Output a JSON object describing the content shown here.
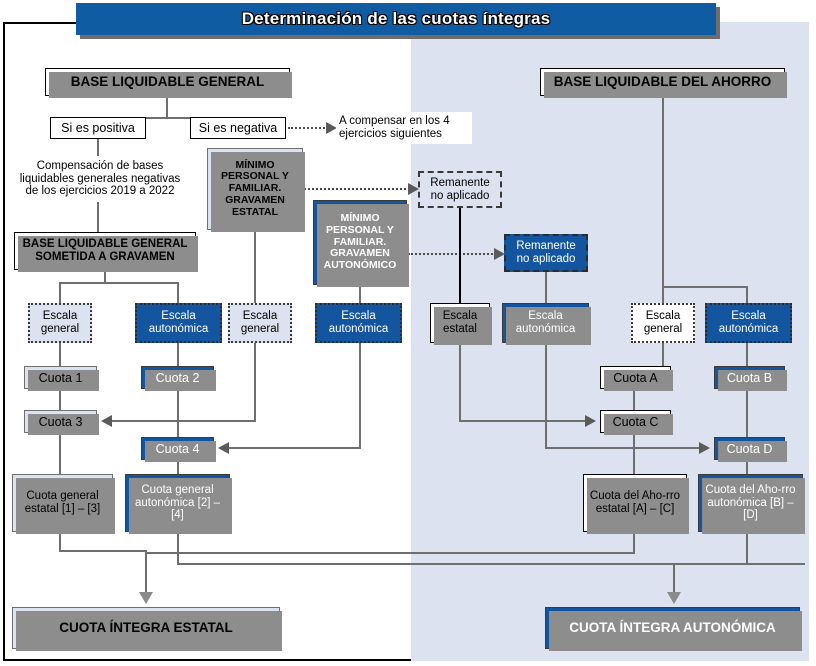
{
  "title": "Determinación de las cuotas íntegras",
  "left_column": {
    "base_general": "BASE LIQUIDABLE GENERAL",
    "si_positiva": "Si es positiva",
    "si_negativa": "Si es negativa",
    "a_compensar": "A compensar en los 4 ejercicios siguientes",
    "compensacion": "Compensación de bases liquidables generales negativas de los ejercicios 2019 a 2022",
    "base_sometida": "BASE LIQUIDABLE GENERAL SOMETIDA A GRAVAMEN",
    "minimo_estatal": "MÍNIMO PERSONAL Y FAMILIAR. GRAVAMEN ESTATAL",
    "minimo_autonomico": "MÍNIMO PERSONAL Y FAMILIAR. GRAVAMEN AUTONÓMICO",
    "escala_general_1": "Escala general",
    "escala_autonomica_1": "Escala autonómica",
    "escala_general_2": "Escala general",
    "escala_autonomica_2": "Escala autonómica",
    "cuota1": "Cuota 1",
    "cuota2": "Cuota 2",
    "cuota3": "Cuota 3",
    "cuota4": "Cuota 4",
    "cuota_general_estatal": "Cuota general estatal [1] – [3]",
    "cuota_general_autonomica": "Cuota general autonómica [2] – [4]",
    "cuota_integra_estatal": "CUOTA ÍNTEGRA ESTATAL"
  },
  "right_column": {
    "base_ahorro": "BASE LIQUIDABLE DEL AHORRO",
    "remanente_estatal": "Remanente no aplicado",
    "remanente_autonomico": "Remanente no aplicado",
    "escala_estatal": "Escala estatal",
    "escala_autonomica_1": "Escala autonómica",
    "escala_general": "Escala general",
    "escala_autonomica_2": "Escala autonómica",
    "cuotaA": "Cuota A",
    "cuotaB": "Cuota B",
    "cuotaC": "Cuota C",
    "cuotaD": "Cuota D",
    "cuota_ahorro_estatal": "Cuota del Aho-rro estatal [A] – [C]",
    "cuota_ahorro_autonomica": "Cuota del Aho-rro autonómica [B] – [D]",
    "cuota_integra_autonomica": "CUOTA ÍNTEGRA AUTONÓMICA"
  },
  "colors": {
    "brand_blue": "#13569f",
    "title_blue": "#0f5ca3",
    "light_blue": "#dde2f0",
    "band": "#dde2f0",
    "connector_gray": "#6f6f6f"
  }
}
